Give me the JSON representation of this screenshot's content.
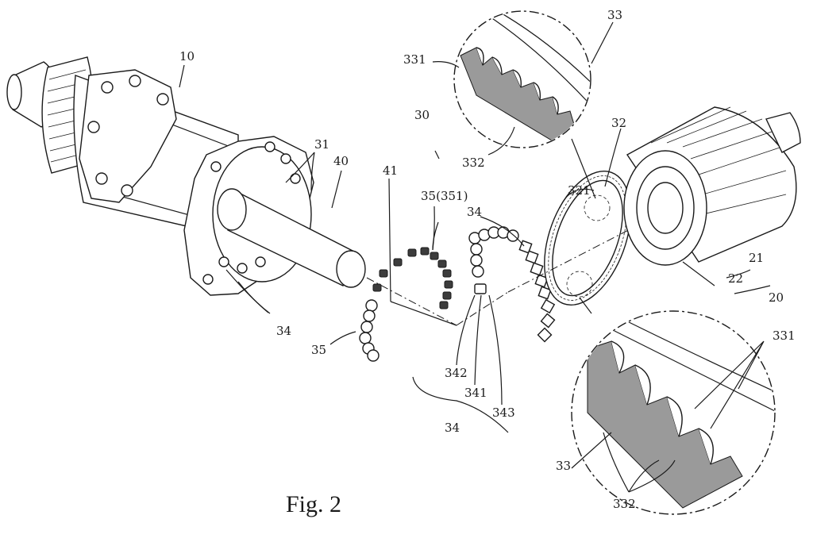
{
  "figure": {
    "caption": "Fig. 2"
  },
  "labels": {
    "hub_body": "10",
    "freehub": "20",
    "freehub_body": "21",
    "freehub_seat": "22",
    "ratchet_assembly": "30",
    "teeth_top": "31",
    "ring": "32",
    "tooth_detail_top": "33",
    "tooth_detail_bottom": "33",
    "tooth_face_top": "331",
    "tooth_face_bottom": "331",
    "tooth_back_top": "332",
    "tooth_back_bottom": "332",
    "ring_teeth": "321",
    "pawls_left": "34",
    "pawls_chain": "34",
    "pawls_group": "34",
    "pawl_part_a": "342",
    "pawl_part_b": "341",
    "pawl_part_c": "343",
    "spring_group": "35",
    "spring_detail": "35(351)",
    "axle": "40",
    "axle_line": "41"
  }
}
